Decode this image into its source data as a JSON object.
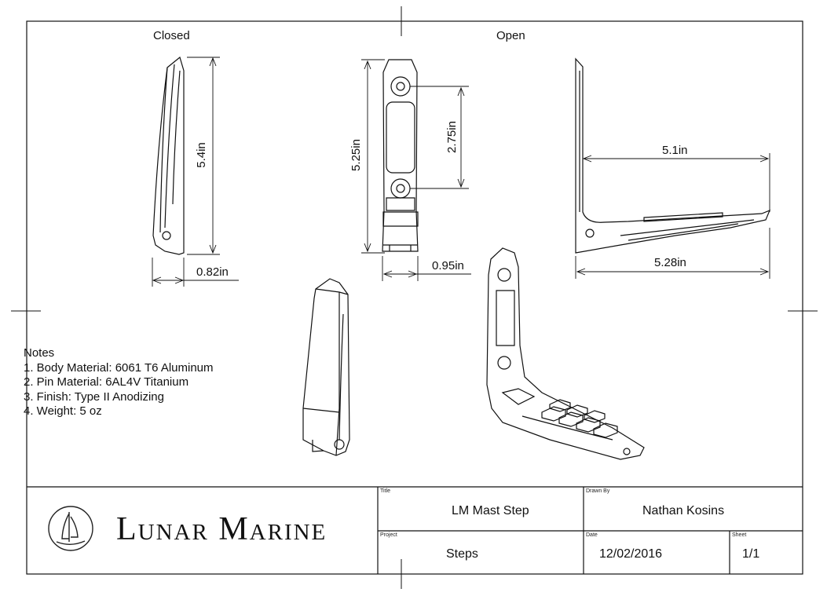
{
  "views": {
    "closed_label": "Closed",
    "open_label": "Open"
  },
  "dimensions": {
    "closed_height": "5.4in",
    "closed_width": "0.82in",
    "front_height": "5.25in",
    "hole_spacing": "2.75in",
    "front_width": "0.95in",
    "open_step_length": "5.1in",
    "open_total_length": "5.28in"
  },
  "notes": {
    "heading": "Notes",
    "items": [
      "1. Body Material:  6061 T6 Aluminum",
      "2. Pin Material:  6AL4V Titanium",
      "3. Finish:  Type II Anodizing",
      "4. Weight:  5 oz"
    ]
  },
  "title_block": {
    "company": "Lunar Marine",
    "title_caption": "Title",
    "title_value": "LM Mast Step",
    "drawn_by_caption": "Drawn By",
    "drawn_by_value": "Nathan Kosins",
    "project_caption": "Project",
    "project_value": "Steps",
    "date_caption": "Date",
    "date_value": "12/02/2016",
    "sheet_caption": "Sheet",
    "sheet_value": "1/1"
  }
}
